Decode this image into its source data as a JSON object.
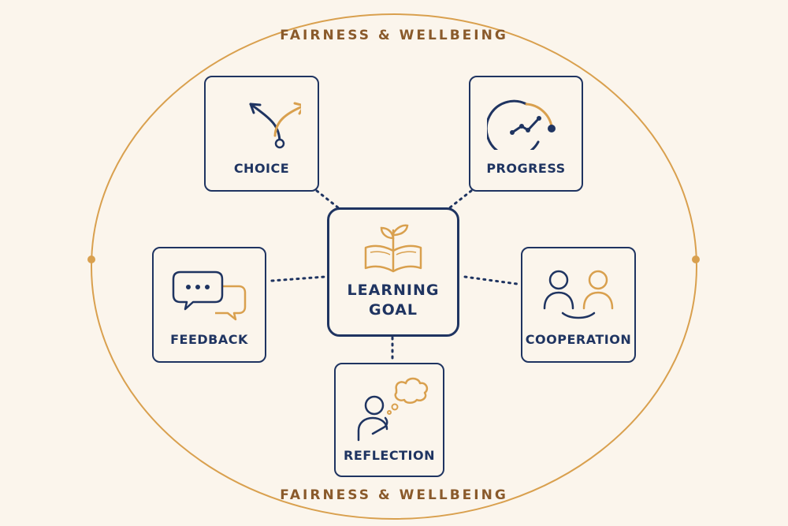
{
  "frame": {
    "label_top": "FAIRNESS & WELLBEING",
    "label_bottom": "FAIRNESS & WELLBEING"
  },
  "center": {
    "line1": "LEARNING",
    "line2": "GOAL",
    "icon": "book-sprout-icon"
  },
  "nodes": {
    "choice": {
      "label": "CHOICE",
      "icon": "branching-arrows-icon"
    },
    "progress": {
      "label": "PROGRESS",
      "icon": "progress-chart-icon"
    },
    "feedback": {
      "label": "FEEDBACK",
      "icon": "speech-bubbles-icon"
    },
    "cooperation": {
      "label": "COOPERATION",
      "icon": "two-people-icon"
    },
    "reflection": {
      "label": "REFLECTION",
      "icon": "thinking-person-icon"
    }
  },
  "colors": {
    "navy": "#1f3461",
    "gold": "#d9a04e",
    "text_brown": "#8a5a2b",
    "background": "#fbf5ec"
  }
}
